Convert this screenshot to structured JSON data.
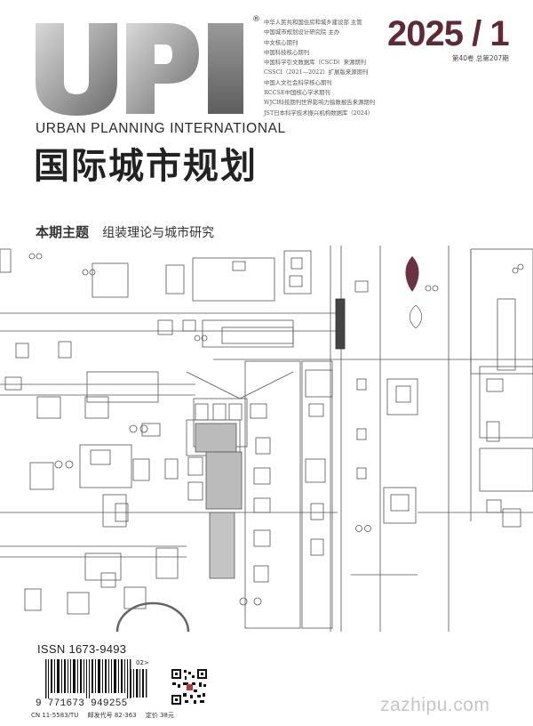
{
  "masthead": {
    "logo_text": "UPI",
    "english_name": "URBAN PLANNING INTERNATIONAL",
    "chinese_name": "国际城市规划",
    "registered_mark": "®",
    "indexing": [
      "中华人民共和国住房和城乡建设部 主管",
      "中国城市规划设计研究院 主办",
      "中文核心期刊",
      "中国科技核心期刊",
      "中国科学引文数据库（CSCD）来源期刊",
      "CSSCI（2021—2022）扩展版来源期刊",
      "中国人文社会科学核心期刊",
      "RCCSE中国核心学术期刊",
      "WJCI科技期刊世界影响力指数报告来源期刊",
      "JST日本科学技术振兴机构数据库（2024）"
    ],
    "issue": "2025 / 1",
    "volume_line": "第40卷  总第207期"
  },
  "theme": {
    "label": "本期主题",
    "title": "组装理论与城市研究"
  },
  "footer": {
    "issn": "ISSN 1673-9493",
    "barcode_digits": "9 771673 949255",
    "addon": "02>",
    "cn": "CN 11-5583/TU",
    "postal_code": "邮发代号  82-363",
    "price": "定价  38元",
    "watermark": "zazhipu.com"
  },
  "colors": {
    "issue_maroon": "#5e2a36",
    "logo_gray_light": "#d4d4d4",
    "logo_gray_dark": "#6a6a6a",
    "line_art": "#555555"
  }
}
